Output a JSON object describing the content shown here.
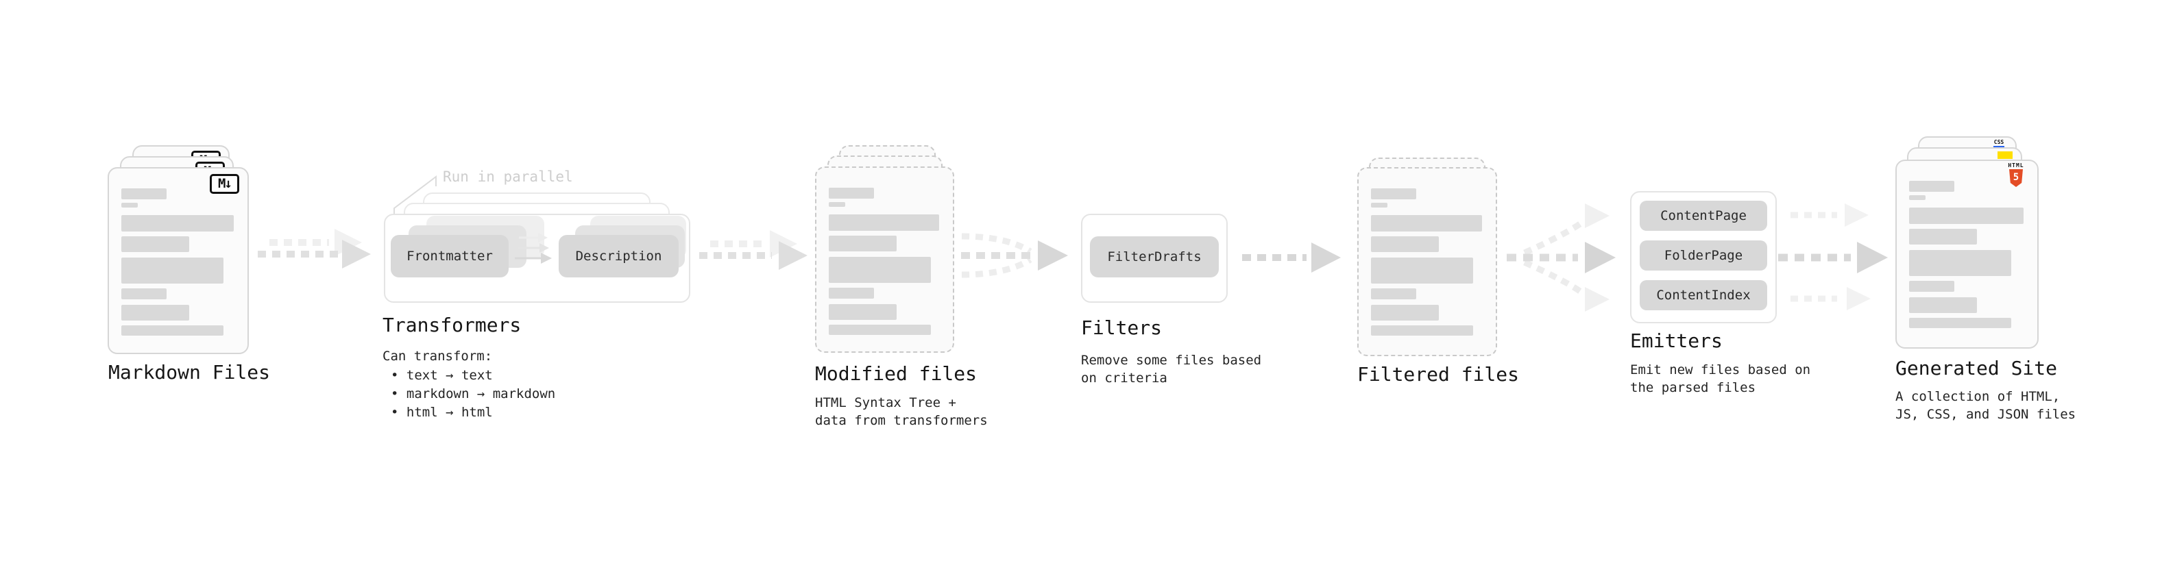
{
  "stages": {
    "markdown_files": {
      "title": "Markdown Files",
      "badge": "M↓"
    },
    "transformers": {
      "title": "Transformers",
      "note": "Run in parallel",
      "pill_left": "Frontmatter",
      "pill_right": "Description",
      "desc_title": "Can transform:",
      "bullets": [
        "• text → text",
        "• markdown → markdown",
        "• html → html"
      ]
    },
    "modified_files": {
      "title": "Modified files",
      "desc_line1": "HTML Syntax Tree +",
      "desc_line2": "data from transformers"
    },
    "filters": {
      "title": "Filters",
      "pill": "FilterDrafts",
      "desc_line1": "Remove some files based",
      "desc_line2": "on criteria"
    },
    "filtered_files": {
      "title": "Filtered files"
    },
    "emitters": {
      "title": "Emitters",
      "pills": [
        "ContentPage",
        "FolderPage",
        "ContentIndex"
      ],
      "desc_line1": "Emit new files based on",
      "desc_line2": "the parsed files"
    },
    "generated_site": {
      "title": "Generated Site",
      "desc_line1": "A collection of HTML,",
      "desc_line2": "JS, CSS, and JSON files",
      "badges": {
        "css_label": "CSS",
        "html_label": "HTML",
        "html_number": "5"
      }
    }
  },
  "colors": {
    "bar_gray": "#d9d9d9",
    "html5_orange": "#e44d26",
    "js_yellow": "#ffdf00",
    "css_blue": "#2965f1"
  }
}
